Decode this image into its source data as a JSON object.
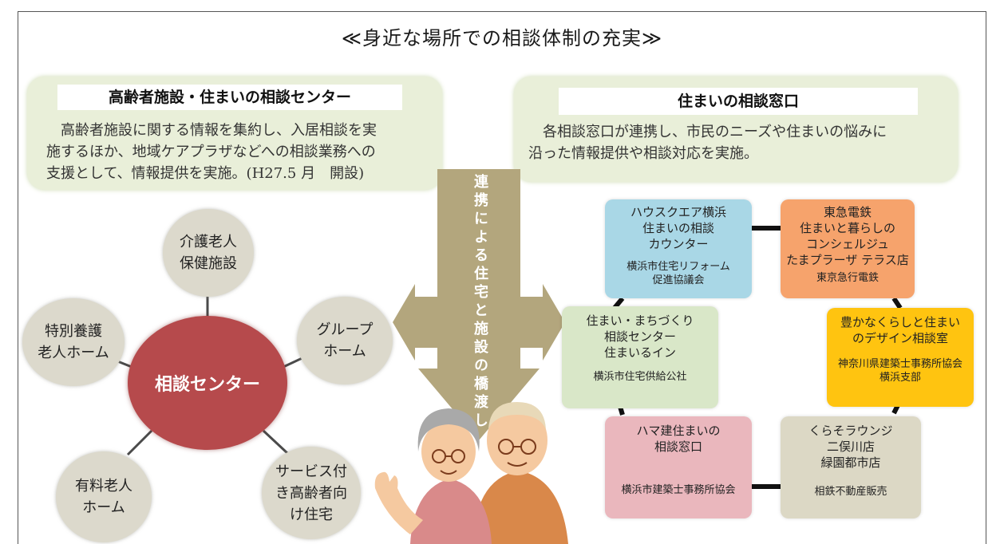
{
  "title": "≪身近な場所での相談体制の充実≫",
  "left_panel": {
    "heading": "高齢者施設・住まいの相談センター",
    "lines": [
      "高齢者施設に関する情報を集約し、入居相談を実",
      "施するほか、地域ケアプラザなどへの相談業務への",
      "支援として、情報提供を実施。(H27.5 月　開設)"
    ]
  },
  "right_panel": {
    "heading": "住まいの相談窓口",
    "lines": [
      "各相談窓口が連携し、市民のニーズや住まいの悩みに",
      "沿った情報提供や相談対応を実施。"
    ]
  },
  "bridge_label": "連携による住宅と施設の橋渡し",
  "center": "相談センター",
  "facilities": [
    "介護老人\n保健施設",
    "グループ\nホーム",
    "サービス付\nき高齢者向\nけ住宅",
    "有料老人\nホーム",
    "特別養護\n老人ホーム"
  ],
  "consult_boxes": [
    {
      "name": "ハウスクエア横浜\n住まいの相談\nカウンター",
      "org": "横浜市住宅リフォーム\n促進協議会",
      "color": "#a9d7e6"
    },
    {
      "name": "東急電鉄\n住まいと暮らしの\nコンシェルジュ\nたまプラーザ テラス店",
      "org": "東京急行電鉄",
      "color": "#f6a36c"
    },
    {
      "name": "住まい・まちづくり\n相談センター\n住まいるイン",
      "org": "横浜市住宅供給公社",
      "color": "#d9e7c8"
    },
    {
      "name": "豊かなくらしと住まい\nのデザイン相談室",
      "org": "神奈川県建築士事務所協会\n横浜支部",
      "color": "#ffc410"
    },
    {
      "name": "ハマ建住まいの\n相談窓口",
      "org": "横浜市建築士事務所協会",
      "color": "#eab7bd"
    },
    {
      "name": "くらそラウンジ\n二俣川店\n緑園都市店",
      "org": "相鉄不動産販売",
      "color": "#dcd8c5"
    }
  ],
  "colors": {
    "panel_bg": "#e9efd9",
    "center_circle": "#b64a4c",
    "arrow": "#b3a67d"
  }
}
